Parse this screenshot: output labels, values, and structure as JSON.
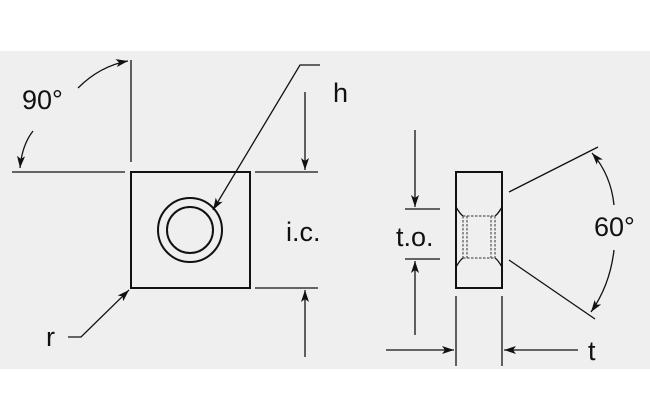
{
  "diagram": {
    "labels": {
      "angle_top_view": "90°",
      "hole": "h",
      "inscribed_circle": "i.c.",
      "corner_radius": "r",
      "thickness_offset": "t.o.",
      "clearance_angle": "60°",
      "thickness": "t"
    },
    "colors": {
      "background": "#efefef",
      "line": "#111111"
    }
  }
}
